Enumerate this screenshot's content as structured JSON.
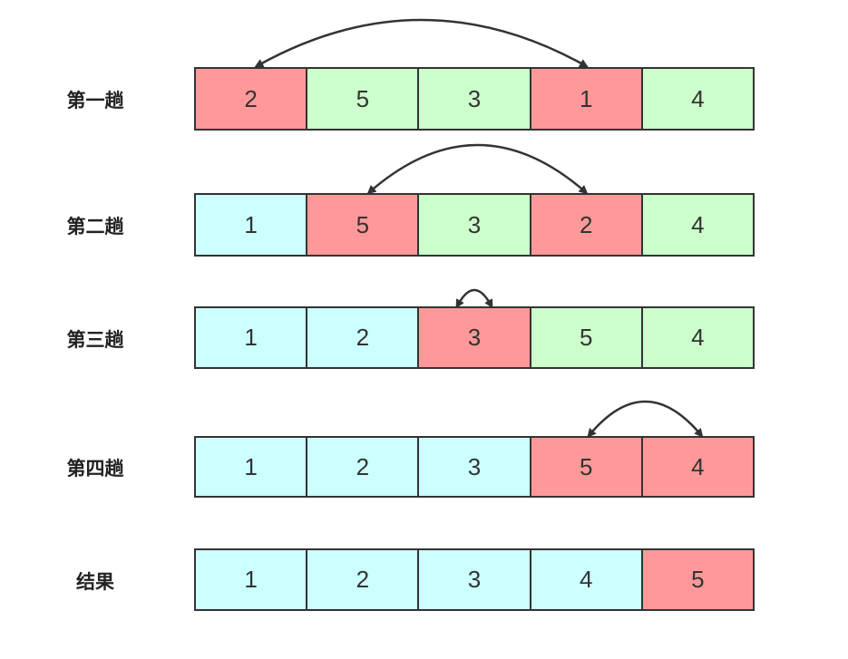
{
  "colors": {
    "swap": "#ff9999",
    "unsorted": "#ccffcc",
    "sorted": "#ccffff",
    "border": "#333333"
  },
  "passes": [
    {
      "label": "第一趟",
      "values": [
        "2",
        "5",
        "3",
        "1",
        "4"
      ],
      "states": [
        "swap",
        "unsorted",
        "unsorted",
        "swap",
        "unsorted"
      ],
      "swap": [
        0,
        3
      ]
    },
    {
      "label": "第二趟",
      "values": [
        "1",
        "5",
        "3",
        "2",
        "4"
      ],
      "states": [
        "sorted",
        "swap",
        "unsorted",
        "swap",
        "unsorted"
      ],
      "swap": [
        1,
        3
      ]
    },
    {
      "label": "第三趟",
      "values": [
        "1",
        "2",
        "3",
        "5",
        "4"
      ],
      "states": [
        "sorted",
        "sorted",
        "swap",
        "unsorted",
        "unsorted"
      ],
      "swap": [
        2,
        2
      ]
    },
    {
      "label": "第四趟",
      "values": [
        "1",
        "2",
        "3",
        "5",
        "4"
      ],
      "states": [
        "sorted",
        "sorted",
        "sorted",
        "swap",
        "swap"
      ],
      "swap": [
        3,
        4
      ]
    },
    {
      "label": "结果",
      "values": [
        "1",
        "2",
        "3",
        "4",
        "5"
      ],
      "states": [
        "sorted",
        "sorted",
        "sorted",
        "sorted",
        "swap"
      ]
    }
  ]
}
